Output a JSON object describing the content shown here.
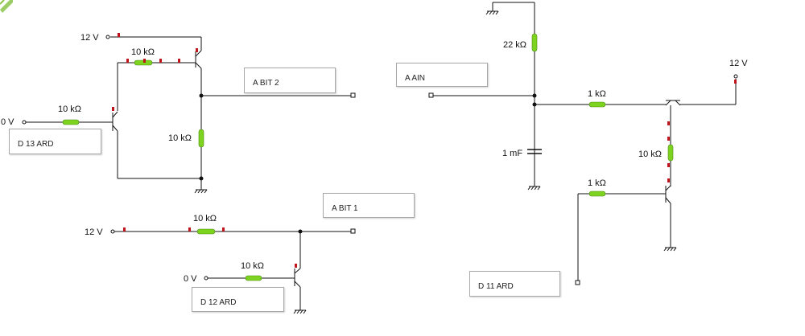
{
  "wire_color": "#111111",
  "resistor_color": "#7ed321",
  "marker_color": "#c0141c",
  "supplies": {
    "top_left": "12 V",
    "bottom_left": "12 V",
    "right": "12 V",
    "input_d13": "0 V",
    "input_d12": "0 V"
  },
  "resistors": {
    "r_top_series": "10 kΩ",
    "r_base_left": "10 kΩ",
    "r_vertical_left": "10 kΩ",
    "r_bottom_series": "10 kΩ",
    "r_base_bottom": "10 kΩ",
    "r_pot_22k": "22 kΩ",
    "r_mid_1k": "1 kΩ",
    "r_right_10k": "10 kΩ",
    "r_low_1k": "1 kΩ"
  },
  "capacitors": {
    "c_main": "1 mF"
  },
  "boxes": {
    "d13": "D 13 ARD",
    "abit2": "A BIT 2",
    "abit1": "A BIT 1",
    "d12": "D 12 ARD",
    "ain": "A AIN",
    "d11": "D 11 ARD"
  }
}
